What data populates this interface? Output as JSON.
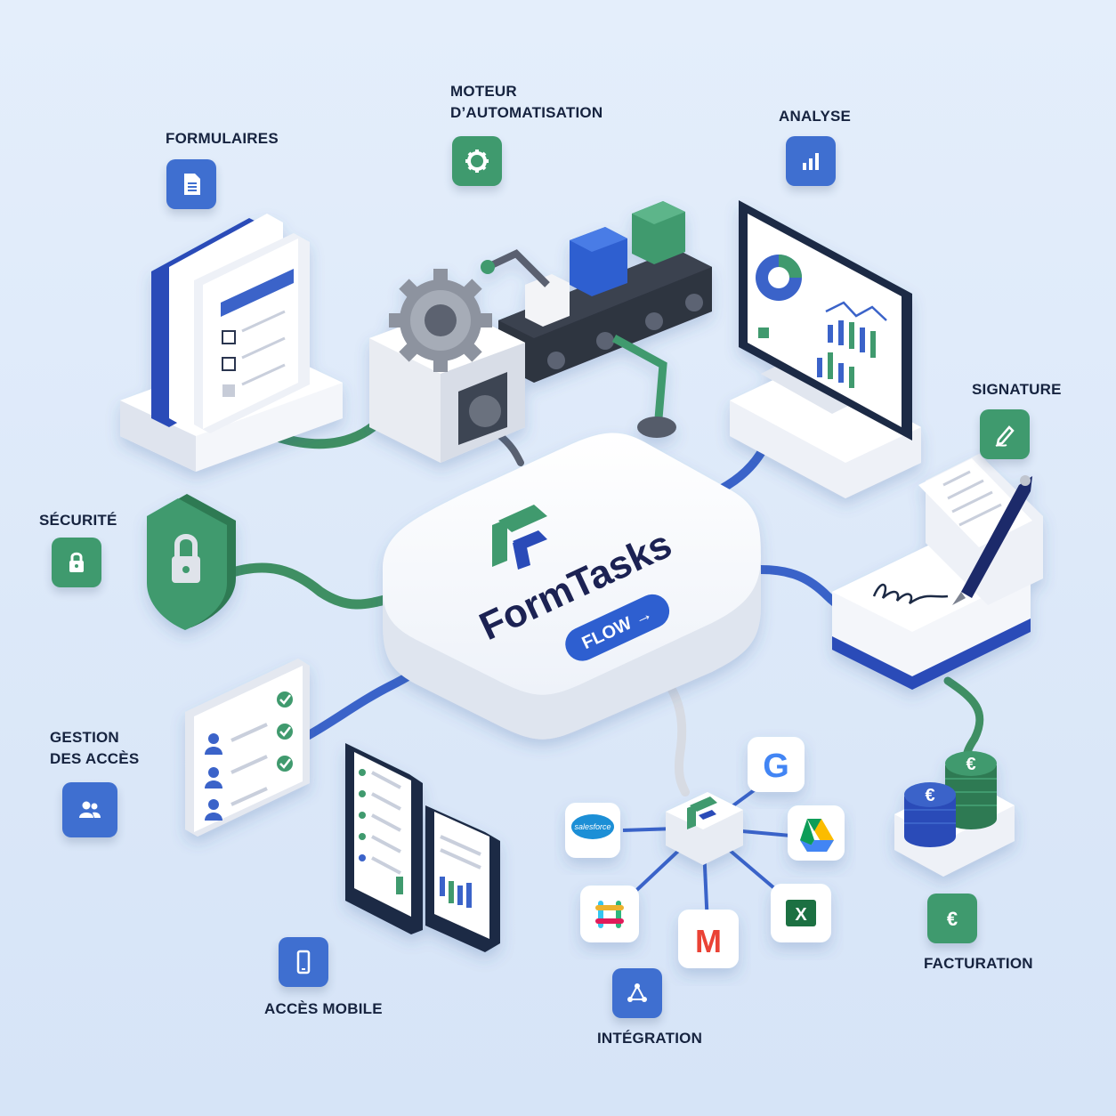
{
  "brand": {
    "name": "FormTasks",
    "button_label": "FLOW →"
  },
  "features": {
    "formulaires": "FORMULAIRES",
    "moteur_line1": "MOTEUR",
    "moteur_line2": "D’AUTOMATISATION",
    "analyse": "ANALYSE",
    "signature": "SIGNATURE",
    "securite": "SÉCURITÉ",
    "gestion_line1": "GESTION",
    "gestion_line2": "DES ACCÈS",
    "acces_mobile": "ACCÈS MOBILE",
    "integration": "INTÉGRATION",
    "facturation": "FACTURATION"
  },
  "integrations": {
    "salesforce": "salesforce",
    "google": "G",
    "drive": "drive-icon",
    "slack": "slack-icon",
    "gmail": "M",
    "excel": "X"
  },
  "signature_text": "fam",
  "currency_symbol": "€",
  "colors": {
    "navy": "#16233f",
    "blue": "#3f6fd0",
    "green": "#3f9a6e",
    "cable_blue": "#3a63c9",
    "cable_green": "#3f8f63"
  }
}
